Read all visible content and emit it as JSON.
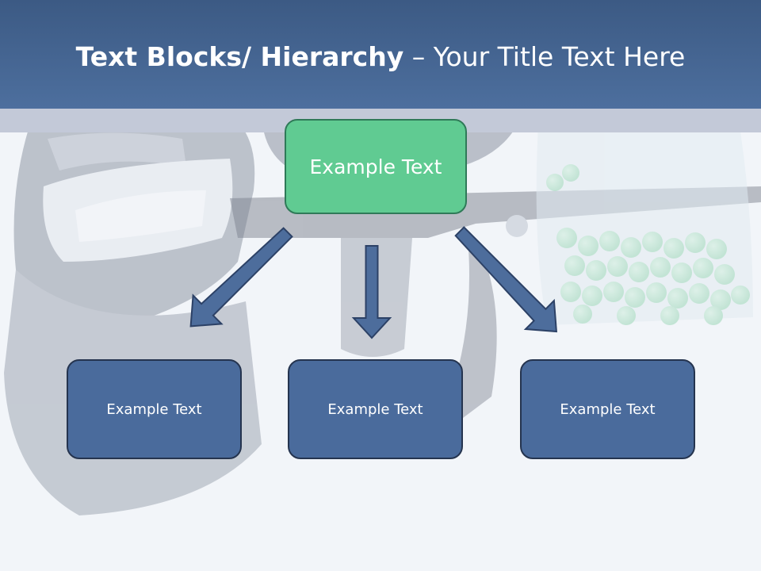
{
  "slide": {
    "title_bold": "Text Blocks/ Hierarchy",
    "title_dash": " – ",
    "title_rest": "Your Title Text Here"
  },
  "diagram": {
    "root": {
      "label": "Example Text"
    },
    "children": [
      {
        "label": "Example Text"
      },
      {
        "label": "Example Text"
      },
      {
        "label": "Example Text"
      }
    ]
  },
  "colors": {
    "title_bar": "#4a6b9a",
    "root_fill": "#60cb92",
    "child_fill": "#4a6b9c",
    "arrow_fill": "#4d6d9c"
  },
  "background_image": {
    "subject": "paintball mask, marker and bag of green paintballs (faded photo)"
  }
}
